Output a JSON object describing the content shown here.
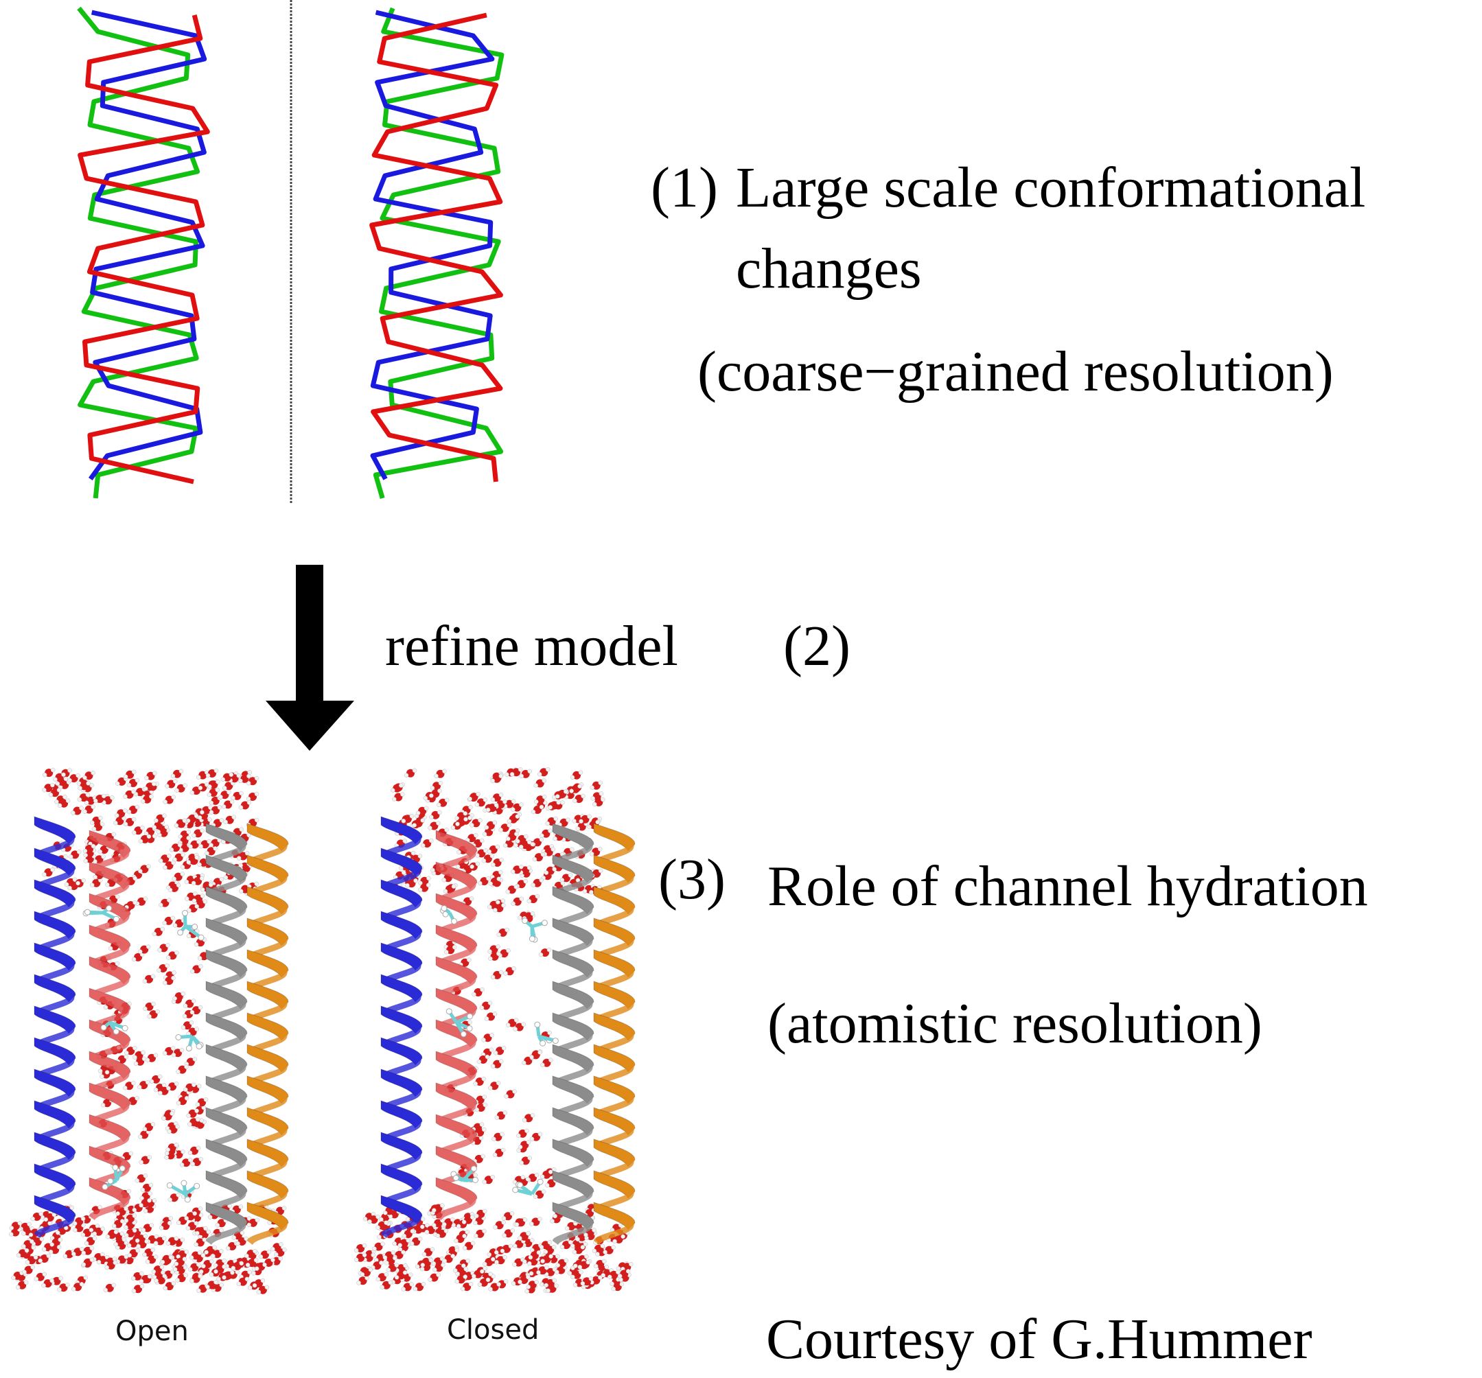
{
  "step1": {
    "number": "(1)",
    "title_line1": "Large scale conformational",
    "title_line2": "changes",
    "resolution": "(coarse−grained resolution)"
  },
  "step2": {
    "label": "refine model",
    "number": "(2)"
  },
  "step3": {
    "number": "(3)",
    "title": "Role of channel hydration",
    "resolution": "(atomistic resolution)"
  },
  "panels": {
    "open_label": "Open",
    "closed_label": "Closed"
  },
  "credit": "Courtesy of G.Hummer",
  "colors": {
    "trace_red": "#e01010",
    "trace_blue": "#1a1adf",
    "trace_green": "#12c012",
    "helix_blue": "#2a2ad6",
    "helix_red": "#e04848",
    "helix_gray": "#8c8c8c",
    "helix_orange": "#e08a18",
    "water_oxygen": "#d41e1e",
    "carbon_cyan": "#6fd0d6",
    "arrow": "#000000"
  }
}
